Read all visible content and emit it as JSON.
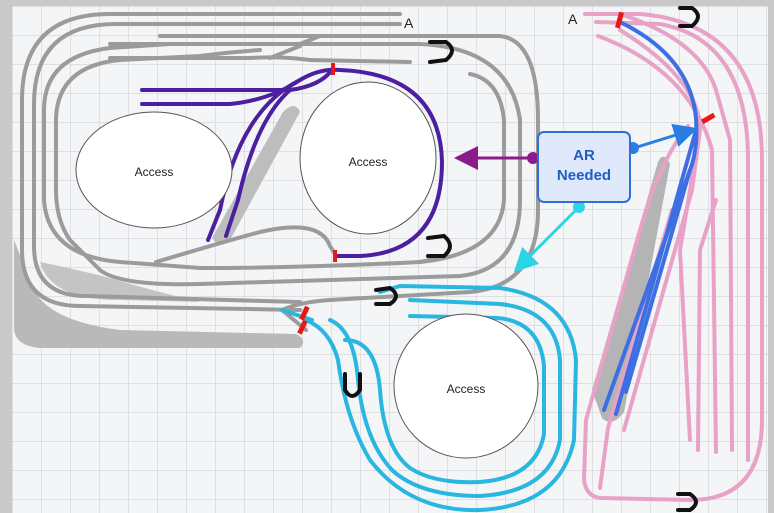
{
  "labels": {
    "endpoint_a_left": "A",
    "endpoint_a_right": "A",
    "access_left": "Access",
    "access_center": "Access",
    "access_bottom": "Access"
  },
  "callout": {
    "line1": "AR",
    "line2": "Needed"
  },
  "colors": {
    "gray_track": "#9b9b9b",
    "purple_track": "#4b1fa0",
    "cyan_track": "#29b6e0",
    "pink_track": "#e8a2c8",
    "blue_track": "#3d6fe3",
    "callout_border": "#2f6fd6",
    "callout_text": "#1d5fc2",
    "arrow_purple": "#8b1a8b",
    "arrow_blue": "#2a7de3",
    "arrow_cyan": "#2ad5e8",
    "gap_marker": "#e81818"
  },
  "icons": [
    "reverse-loop-u-icon",
    "insulated-gap-marker"
  ]
}
